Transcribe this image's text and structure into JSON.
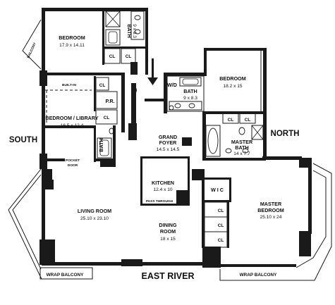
{
  "rooms": {
    "bedroom_nw": {
      "name": "BEDROOM",
      "dims": "17.9 x 14.11"
    },
    "bath_nw": {
      "name": "BATH",
      "dims": "9 x 8.3"
    },
    "bedroom_library": {
      "name": "BEDROOM / LIBRARY",
      "dims": "16.5 x 12.4"
    },
    "bath_mid": {
      "name": "BATH"
    },
    "powder_room": {
      "name": "P.R."
    },
    "bedroom_ne": {
      "name": "BEDROOM",
      "dims": "18.2 x 15"
    },
    "bath_ne": {
      "name": "BATH",
      "dims": "9 x 8.3"
    },
    "washer_dryer": {
      "name": "W/D"
    },
    "grand_foyer": {
      "name": "GRAND",
      "name2": "FOYER",
      "dims": "14.5 x 14.5"
    },
    "master_bath": {
      "name": "MASTER",
      "name2": "BATH",
      "dims": "14 x 7.7"
    },
    "kitchen": {
      "name": "KITCHEN",
      "dims": "12.4 x 10"
    },
    "wic": {
      "name": "W I C"
    },
    "master_bedroom": {
      "name": "MASTER",
      "name2": "BEDROOM",
      "dims": "25.10 x 24"
    },
    "living_room": {
      "name": "LIVING ROOM",
      "dims": "25.10 x 23.10"
    },
    "dining_room": {
      "name": "DINING",
      "name2": "ROOM",
      "dims": "18 x 15"
    }
  },
  "labels": {
    "closet": "CL",
    "balcony": "BALCONY",
    "built_in": "BUILT-IN",
    "pocket_door_1": "POCKET",
    "pocket_door_2": "DOOR",
    "pass_through": "PASS THROUGH",
    "wrap_balcony": "WRAP BALCONY"
  },
  "directions": {
    "south": "SOUTH",
    "north": "NORTH",
    "river": "EAST RIVER"
  }
}
